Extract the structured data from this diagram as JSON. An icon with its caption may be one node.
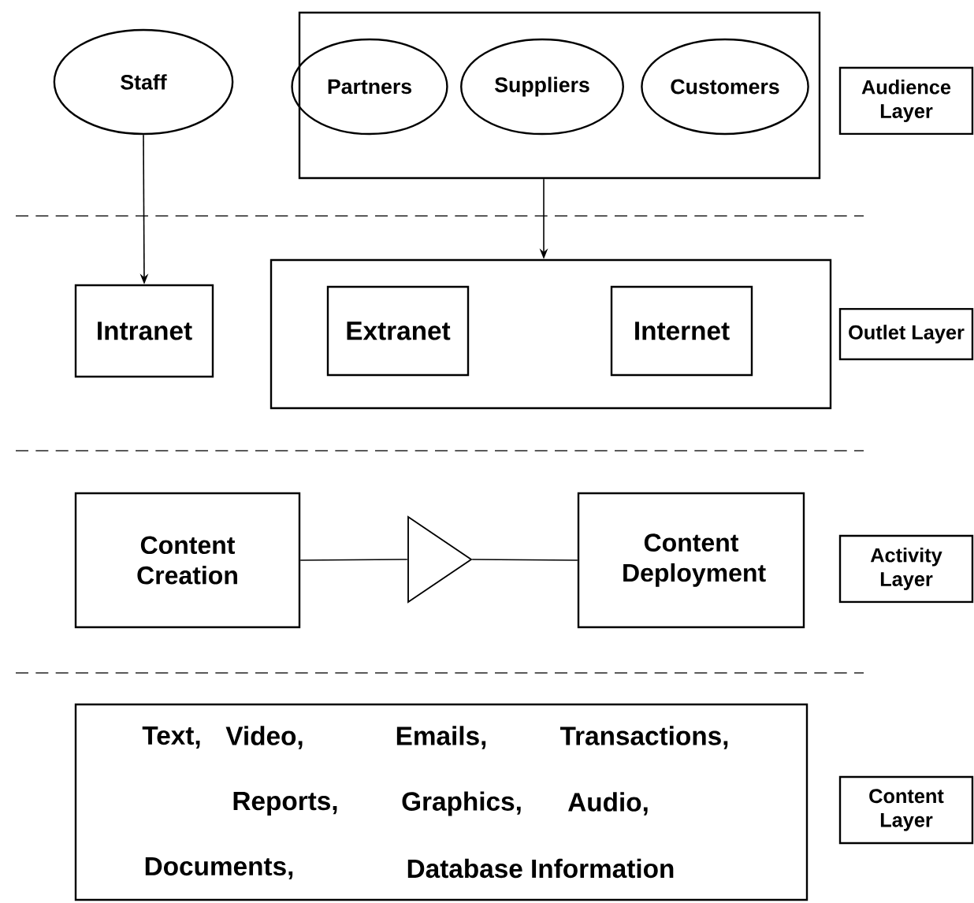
{
  "diagram": {
    "nodes": [
      {
        "text": [
          "Staff"
        ]
      },
      {
        "text": [],
        "shape": "box"
      },
      {
        "text": [
          "Partners"
        ],
        "in": 1
      },
      {
        "text": [
          "Suppliers"
        ],
        "in": 1
      },
      {
        "text": [
          "Customers"
        ],
        "in": 1
      },
      {
        "text": [
          "Audience Layer"
        ]
      },
      {
        "text": [
          "Intranet"
        ]
      },
      {
        "text": [],
        "shape": "box"
      },
      {
        "text": [
          "Extranet"
        ],
        "in": 7
      },
      {
        "text": [
          "Internet"
        ],
        "in": 7
      },
      {
        "text": [
          "Outlet Layer"
        ]
      },
      {
        "text": [
          "Content Creation"
        ]
      },
      {
        "text": [],
        "shape": "triangle"
      },
      {
        "text": [
          "Content Deployment"
        ]
      },
      {
        "text": [
          "Activity Layer"
        ]
      },
      {
        "text": [
          "Text,",
          "Video,",
          "Emails,",
          "Transactions,",
          "Reports,",
          "Graphics,",
          "Audio,",
          "Documents,",
          "Database Information"
        ]
      },
      {
        "text": [
          "Content Layer"
        ]
      }
    ],
    "edges": [
      {
        "from": 0,
        "to": 6,
        "arrow": "to"
      },
      {
        "from": 1,
        "to": 7,
        "arrow": "to"
      },
      {
        "from": 11,
        "to": 12,
        "arrow": "none"
      },
      {
        "from": 12,
        "to": 13,
        "arrow": "none"
      }
    ]
  }
}
